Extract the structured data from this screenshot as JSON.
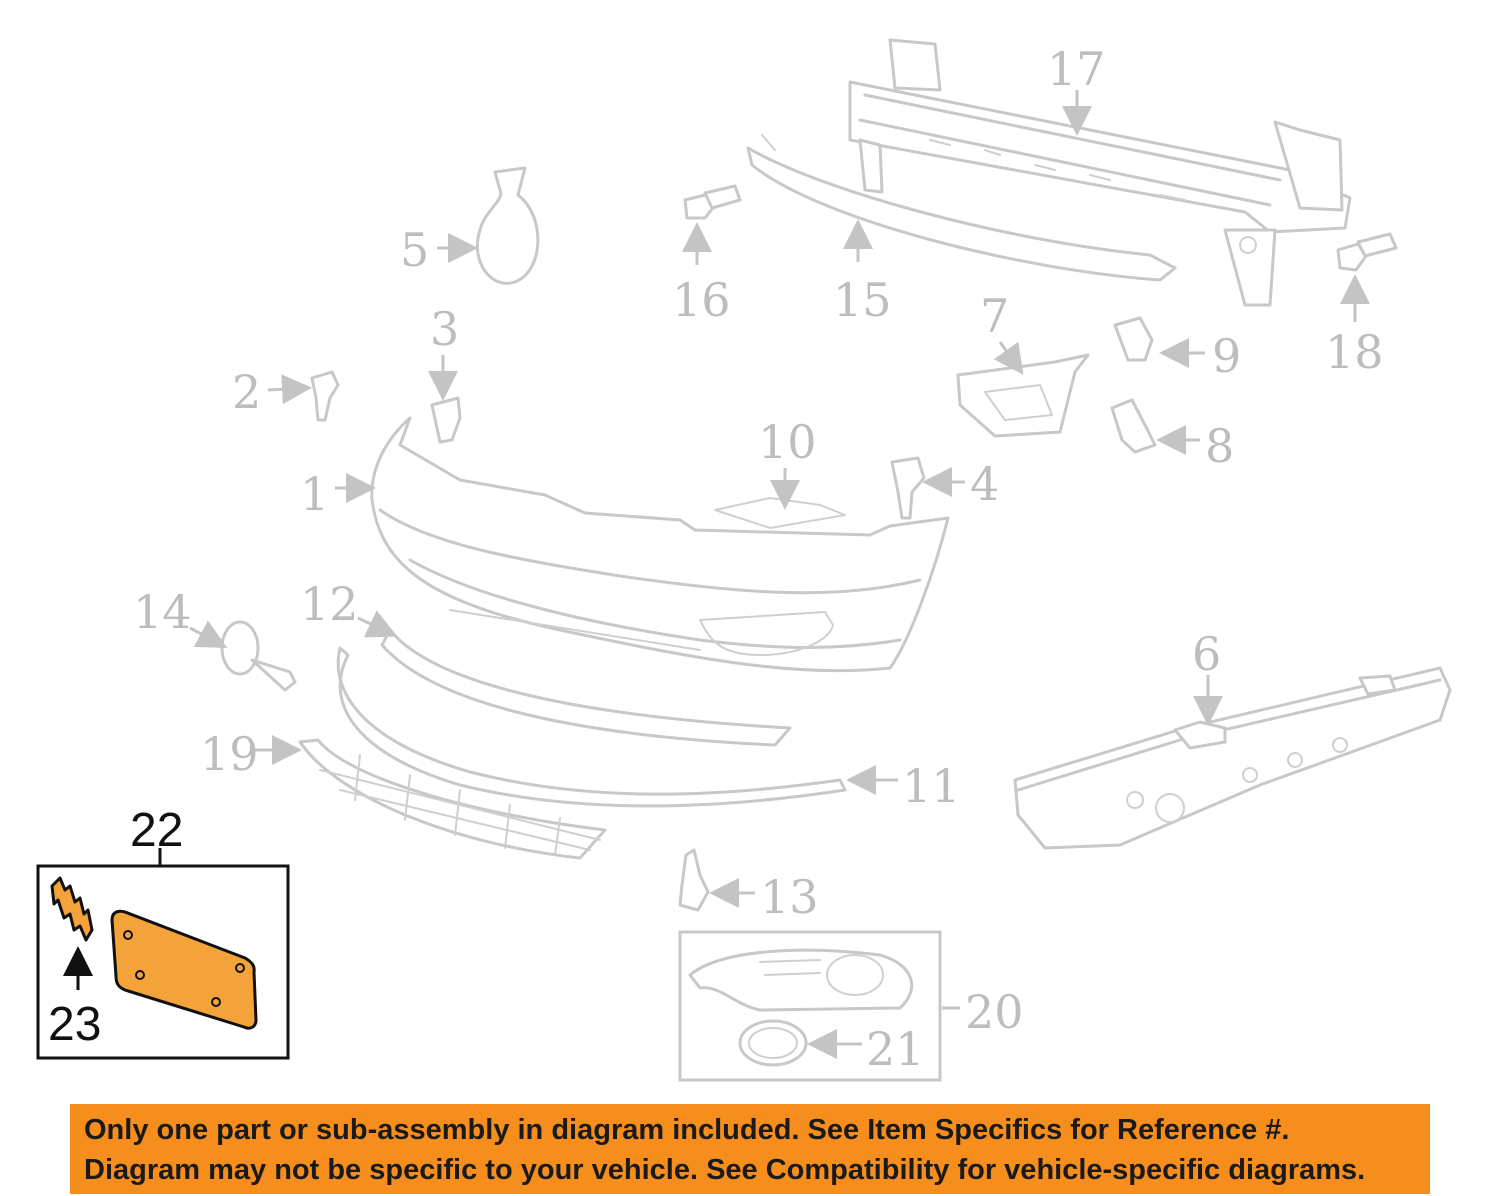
{
  "callouts": {
    "c1": "1",
    "c2": "2",
    "c3": "3",
    "c4": "4",
    "c5": "5",
    "c6": "6",
    "c7": "7",
    "c8": "8",
    "c9": "9",
    "c10": "10",
    "c11": "11",
    "c12": "12",
    "c13": "13",
    "c14": "14",
    "c15": "15",
    "c16": "16",
    "c17": "17",
    "c18": "18",
    "c19": "19",
    "c20": "20",
    "c21": "21",
    "c22": "22",
    "c23": "23"
  },
  "highlighted_parts": [
    "22",
    "23"
  ],
  "colors": {
    "highlight": "#f4a33b",
    "banner": "#f68e1e",
    "ghost_lines": "#c8c8c8"
  },
  "banner": {
    "line1": "Only one part or sub-assembly in diagram included. See Item Specifics for Reference #.",
    "line2": "Diagram may not be specific to your vehicle. See Compatibility for vehicle-specific diagrams."
  }
}
